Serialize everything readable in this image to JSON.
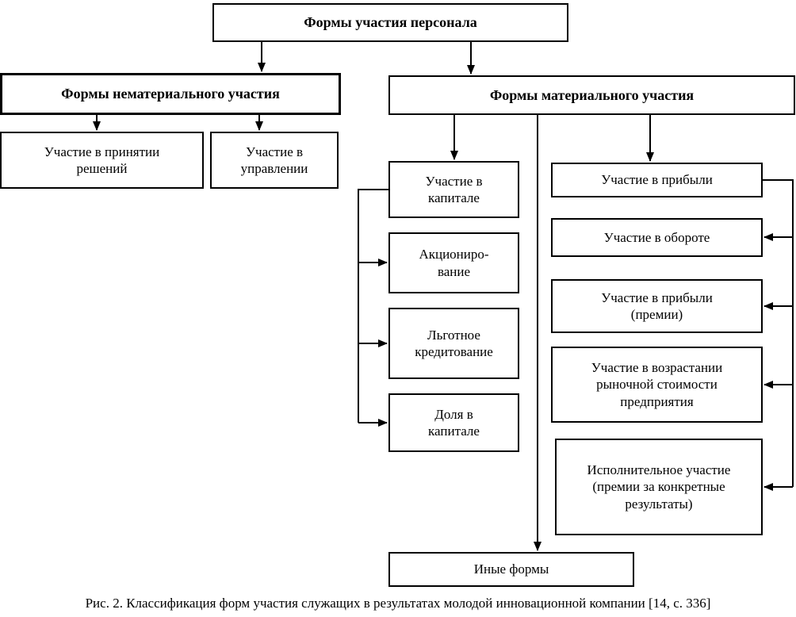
{
  "root": {
    "label": "Формы участия персонала"
  },
  "nonmaterial": {
    "label": "Формы нематериального участия",
    "items": [
      "Участие в принятии\nрешений",
      "Участие в\nуправлении"
    ]
  },
  "material": {
    "label": "Формы материального участия",
    "capital": {
      "head": "Участие в\nкапитале",
      "items": [
        "Акциониро-\nвание",
        "Льготное\nкредитование",
        "Доля в\nкапитале"
      ]
    },
    "profit": {
      "head": "Участие в прибыли",
      "items": [
        "Участие в обороте",
        "Участие в прибыли\n(премии)",
        "Участие в возрастании\nрыночной стоимости\nпредприятия",
        "Исполнительное участие\n(премии за конкретные\nрезультаты)"
      ]
    },
    "other": "Иные формы"
  },
  "caption": "Рис. 2. Классификация форм участия служащих в результатах молодой инновационной компании [14, с. 336]"
}
